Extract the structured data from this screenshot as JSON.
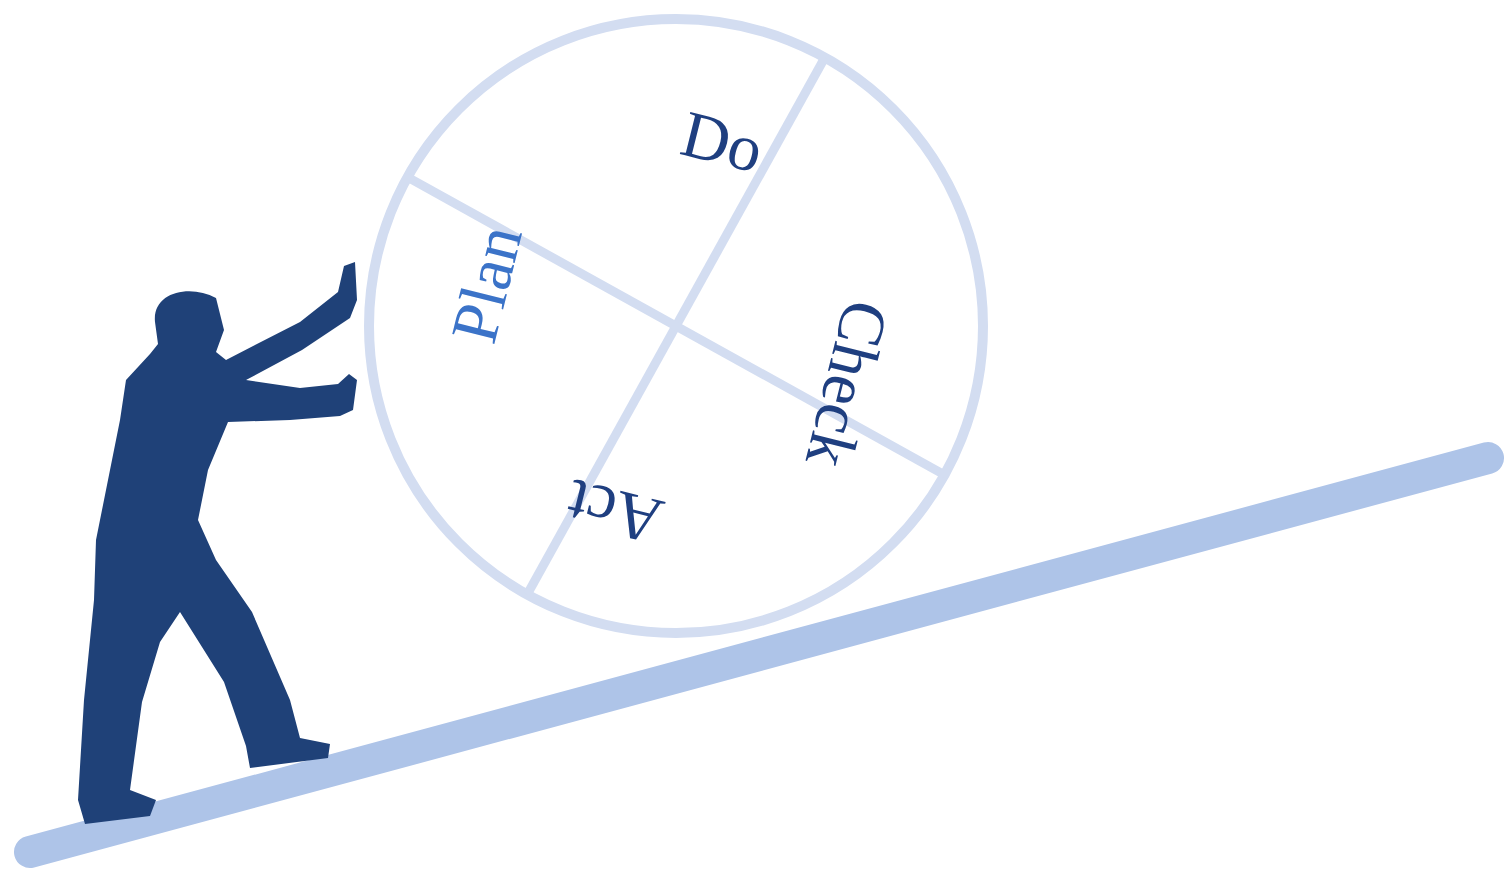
{
  "diagram": {
    "nodes": [
      {
        "text": [
          "Plan",
          "Do",
          "Check",
          "Act"
        ]
      }
    ]
  }
}
